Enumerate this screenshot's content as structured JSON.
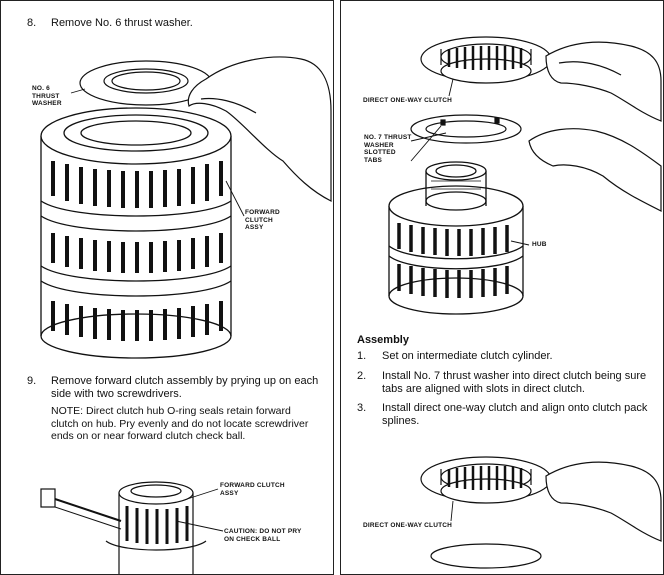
{
  "left": {
    "step8": {
      "num": "8.",
      "text": "Remove No. 6 thrust washer."
    },
    "callouts": {
      "thrust_washer": "NO. 6\nTHRUST\nWASHER",
      "forward_clutch": "FORWARD\nCLUTCH\nASSY",
      "forward_clutch_assy": "FORWARD CLUTCH\nASSY",
      "caution": "CAUTION: DO NOT PRY\nON CHECK BALL"
    },
    "step9": {
      "num": "9.",
      "text": "Remove forward clutch assembly by prying up on each side with two screwdrivers.",
      "note": "NOTE: Direct clutch hub O-ring seals retain forward clutch on hub. Pry evenly and do not locate screwdriver ends on or near forward clutch check ball."
    }
  },
  "right": {
    "callouts": {
      "direct_one_way_top": "DIRECT ONE-WAY CLUTCH",
      "thrust_washer7": "NO. 7 THRUST\nWASHER\nSLOTTED\nTABS",
      "hub": "HUB",
      "direct_one_way_bottom": "DIRECT ONE-WAY CLUTCH"
    },
    "assembly": {
      "heading": "Assembly",
      "steps": [
        {
          "num": "1.",
          "text": "Set on intermediate clutch cylinder."
        },
        {
          "num": "2.",
          "text": "Install No. 7 thrust washer into direct clutch being sure tabs are aligned with slots in direct clutch."
        },
        {
          "num": "3.",
          "text": "Install direct one-way clutch and align onto clutch pack splines."
        }
      ]
    }
  }
}
